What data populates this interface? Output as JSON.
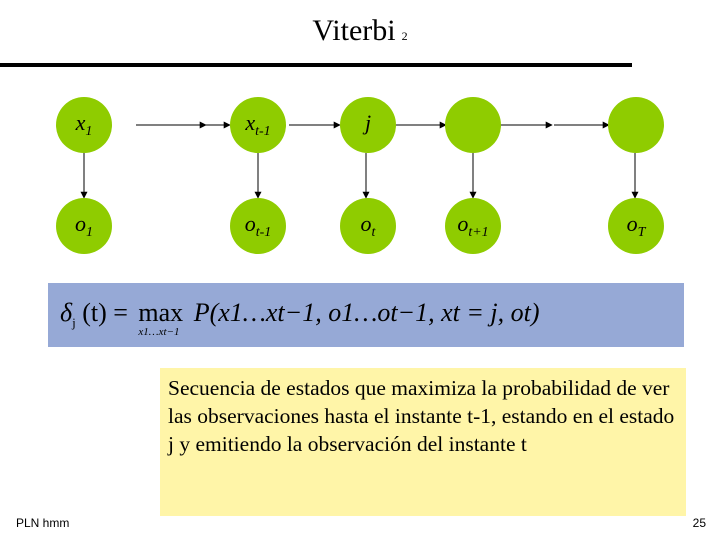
{
  "slide": {
    "title": "Viterbi",
    "title_suffix": "2",
    "footer_left": "PLN hmm",
    "page_number": "25"
  },
  "states": [
    {
      "label": "x",
      "sub": "1"
    },
    {
      "label": "x",
      "sub": "t-1"
    },
    {
      "label": "j",
      "sub": ""
    },
    {
      "label": "",
      "sub": ""
    },
    {
      "label": "",
      "sub": ""
    }
  ],
  "observations": [
    {
      "label": "o",
      "sub": "1"
    },
    {
      "label": "o",
      "sub": "t-1"
    },
    {
      "label": "o",
      "sub": "t"
    },
    {
      "label": "o",
      "sub": "t+1"
    },
    {
      "label": "o",
      "sub": "T"
    }
  ],
  "formula": {
    "delta": "δ",
    "delta_sub": "j",
    "arg": "(t) =",
    "max": "max",
    "max_under": "x1…xt−1",
    "body": "P(x1…xt−1, o1…ot−1, xt = j, ot)"
  },
  "note": "Secuencia de estados que maximiza la probabilidad de ver las observaciones hasta el instante t-1, estando en el  estado j y emitiendo la observación del instante t",
  "colors": {
    "node_fill": "#8fcc00",
    "formula_bg": "#96a9d6",
    "note_bg": "#fff5a8"
  }
}
